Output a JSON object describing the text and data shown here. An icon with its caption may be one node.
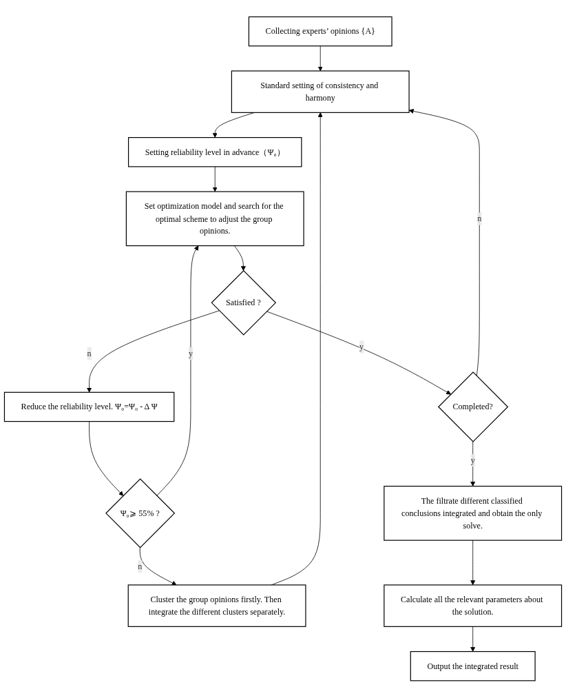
{
  "diagram": {
    "nodes": [
      {
        "text": [
          "Collecting experts’ opinions {A}"
        ]
      },
      {
        "text": [
          "Standard setting of consistency and harmony"
        ]
      },
      {
        "text": [
          "Cluster the group opinions firstly. Then integrate the different clusters separately."
        ]
      },
      {
        "text": [
          "Setting reliability level in advance（Ψ₀）"
        ]
      },
      {
        "text": [
          "Ψ₀⩾ 55% ?"
        ]
      },
      {
        "text": [
          "Set optimization model and search for the optimal scheme to adjust the group opinions."
        ]
      },
      {
        "text": [
          "Satisfied ?"
        ]
      },
      {
        "text": [
          "Reduce the reliability level. Ψ₀=Ψ₀ - Δ Ψ"
        ]
      },
      {
        "text": [
          "Completed?"
        ]
      },
      {
        "text": [
          "The filtrate different classified conclusions integrated and obtain the only solve."
        ]
      },
      {
        "text": [
          "Calculate all the relevant parameters about the solution."
        ]
      },
      {
        "text": [
          "Output the integrated result"
        ]
      }
    ],
    "edges": [
      {
        "from": 0,
        "to": 1,
        "arrow": "to"
      },
      {
        "from": 2,
        "to": 1,
        "arrow": "to"
      },
      {
        "from": 8,
        "to": 1,
        "arrow": "to",
        "label": "n"
      },
      {
        "from": 1,
        "to": 3,
        "arrow": "to"
      },
      {
        "from": 3,
        "to": 5,
        "arrow": "to"
      },
      {
        "from": 4,
        "to": 5,
        "arrow": "to",
        "label": "y"
      },
      {
        "from": 4,
        "to": 2,
        "arrow": "to",
        "label": "n"
      },
      {
        "from": 5,
        "to": 6,
        "arrow": "to"
      },
      {
        "from": 6,
        "to": 7,
        "arrow": "to",
        "label": "n"
      },
      {
        "from": 7,
        "to": 4,
        "arrow": "to"
      },
      {
        "from": 6,
        "to": 8,
        "arrow": "to",
        "label": "y"
      },
      {
        "from": 8,
        "to": 9,
        "arrow": "to",
        "label": "y"
      },
      {
        "from": 9,
        "to": 10,
        "arrow": "to"
      },
      {
        "from": 10,
        "to": 11,
        "arrow": "to"
      }
    ]
  }
}
